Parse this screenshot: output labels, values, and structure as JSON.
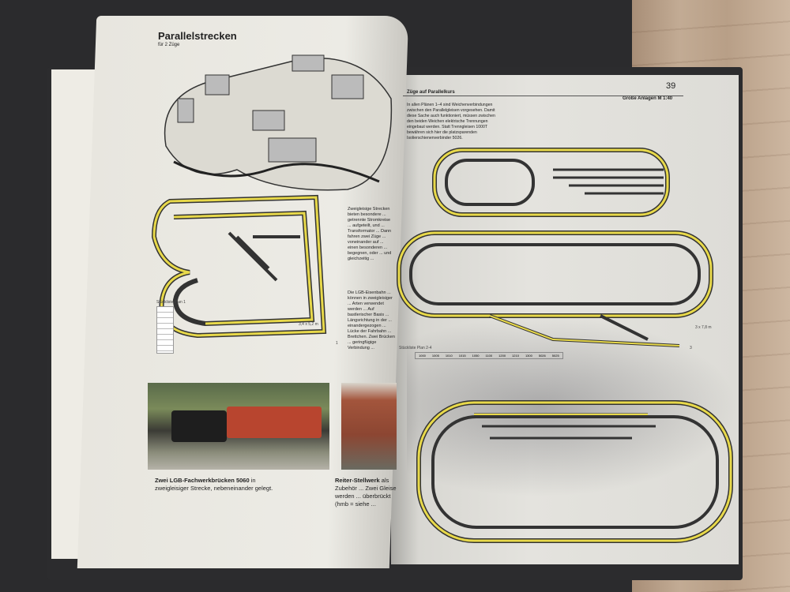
{
  "left_page": {
    "title": "Parallelstrecken",
    "subtitle": "für 2 Züge",
    "plan_size": "3,4 x 5,2 m",
    "plan_number": "1",
    "parts_list_label": "Stückliste Plan 1",
    "text_block_1": "Zweigleisige Strecken bieten besondere ... getrennte Stromkreise ... aufgeteilt, und ... Transformator ... Dann fahren zwei Züge ... voneinander auf ... einen besonderen ... begegnen, oder ... und gleichzeitig ...",
    "text_block_2": "Die LGB-Eisenbahn ... können in zweigleisiger ... Arten verwendet werden ... Auf bastlerischer Basis ... Längsrichtung in der ... einandergezogen ... Lücke der Fahrbahn ... Brettchen. Zwei Brücken ... geringfügige Verbindung ...",
    "caption_1_bold": "Zwei LGB-Fachwerkbrücken 5060",
    "caption_1_rest": " in zweigleisiger Strecke, nebeneinander gelegt.",
    "caption_2_bold": "Reiter-Stellwerk",
    "caption_2_rest": " als Zubehör ... Zwei Gleise werden ... überbrückt (hmb = siehe ..."
  },
  "right_page": {
    "page_number": "39",
    "header": "Züge auf Parallelkurs",
    "section": "Große Anlagen M 1:40",
    "paragraph": "In allen Plänen 1–4 sind Weichenverbindungen zwischen den Parallelgleisen vorgesehen. Damit diese Sache auch funktioniert, müssen zwischen den beiden Weichen elektrische Trennungen eingebaut werden. Statt Trenngleisen 1000T bewähren sich hier die platzsparenden Isolierschienenverbinder 5026.",
    "plan_size": "3 x 7,8 m",
    "plan_number": "3",
    "parts_list_label": "Stückliste Plan 2-4",
    "parts_list_header": [
      "1000",
      "1005",
      "1010",
      "1015",
      "1050",
      "1100",
      "1200",
      "1210",
      "1300",
      "5026",
      "5025"
    ]
  }
}
